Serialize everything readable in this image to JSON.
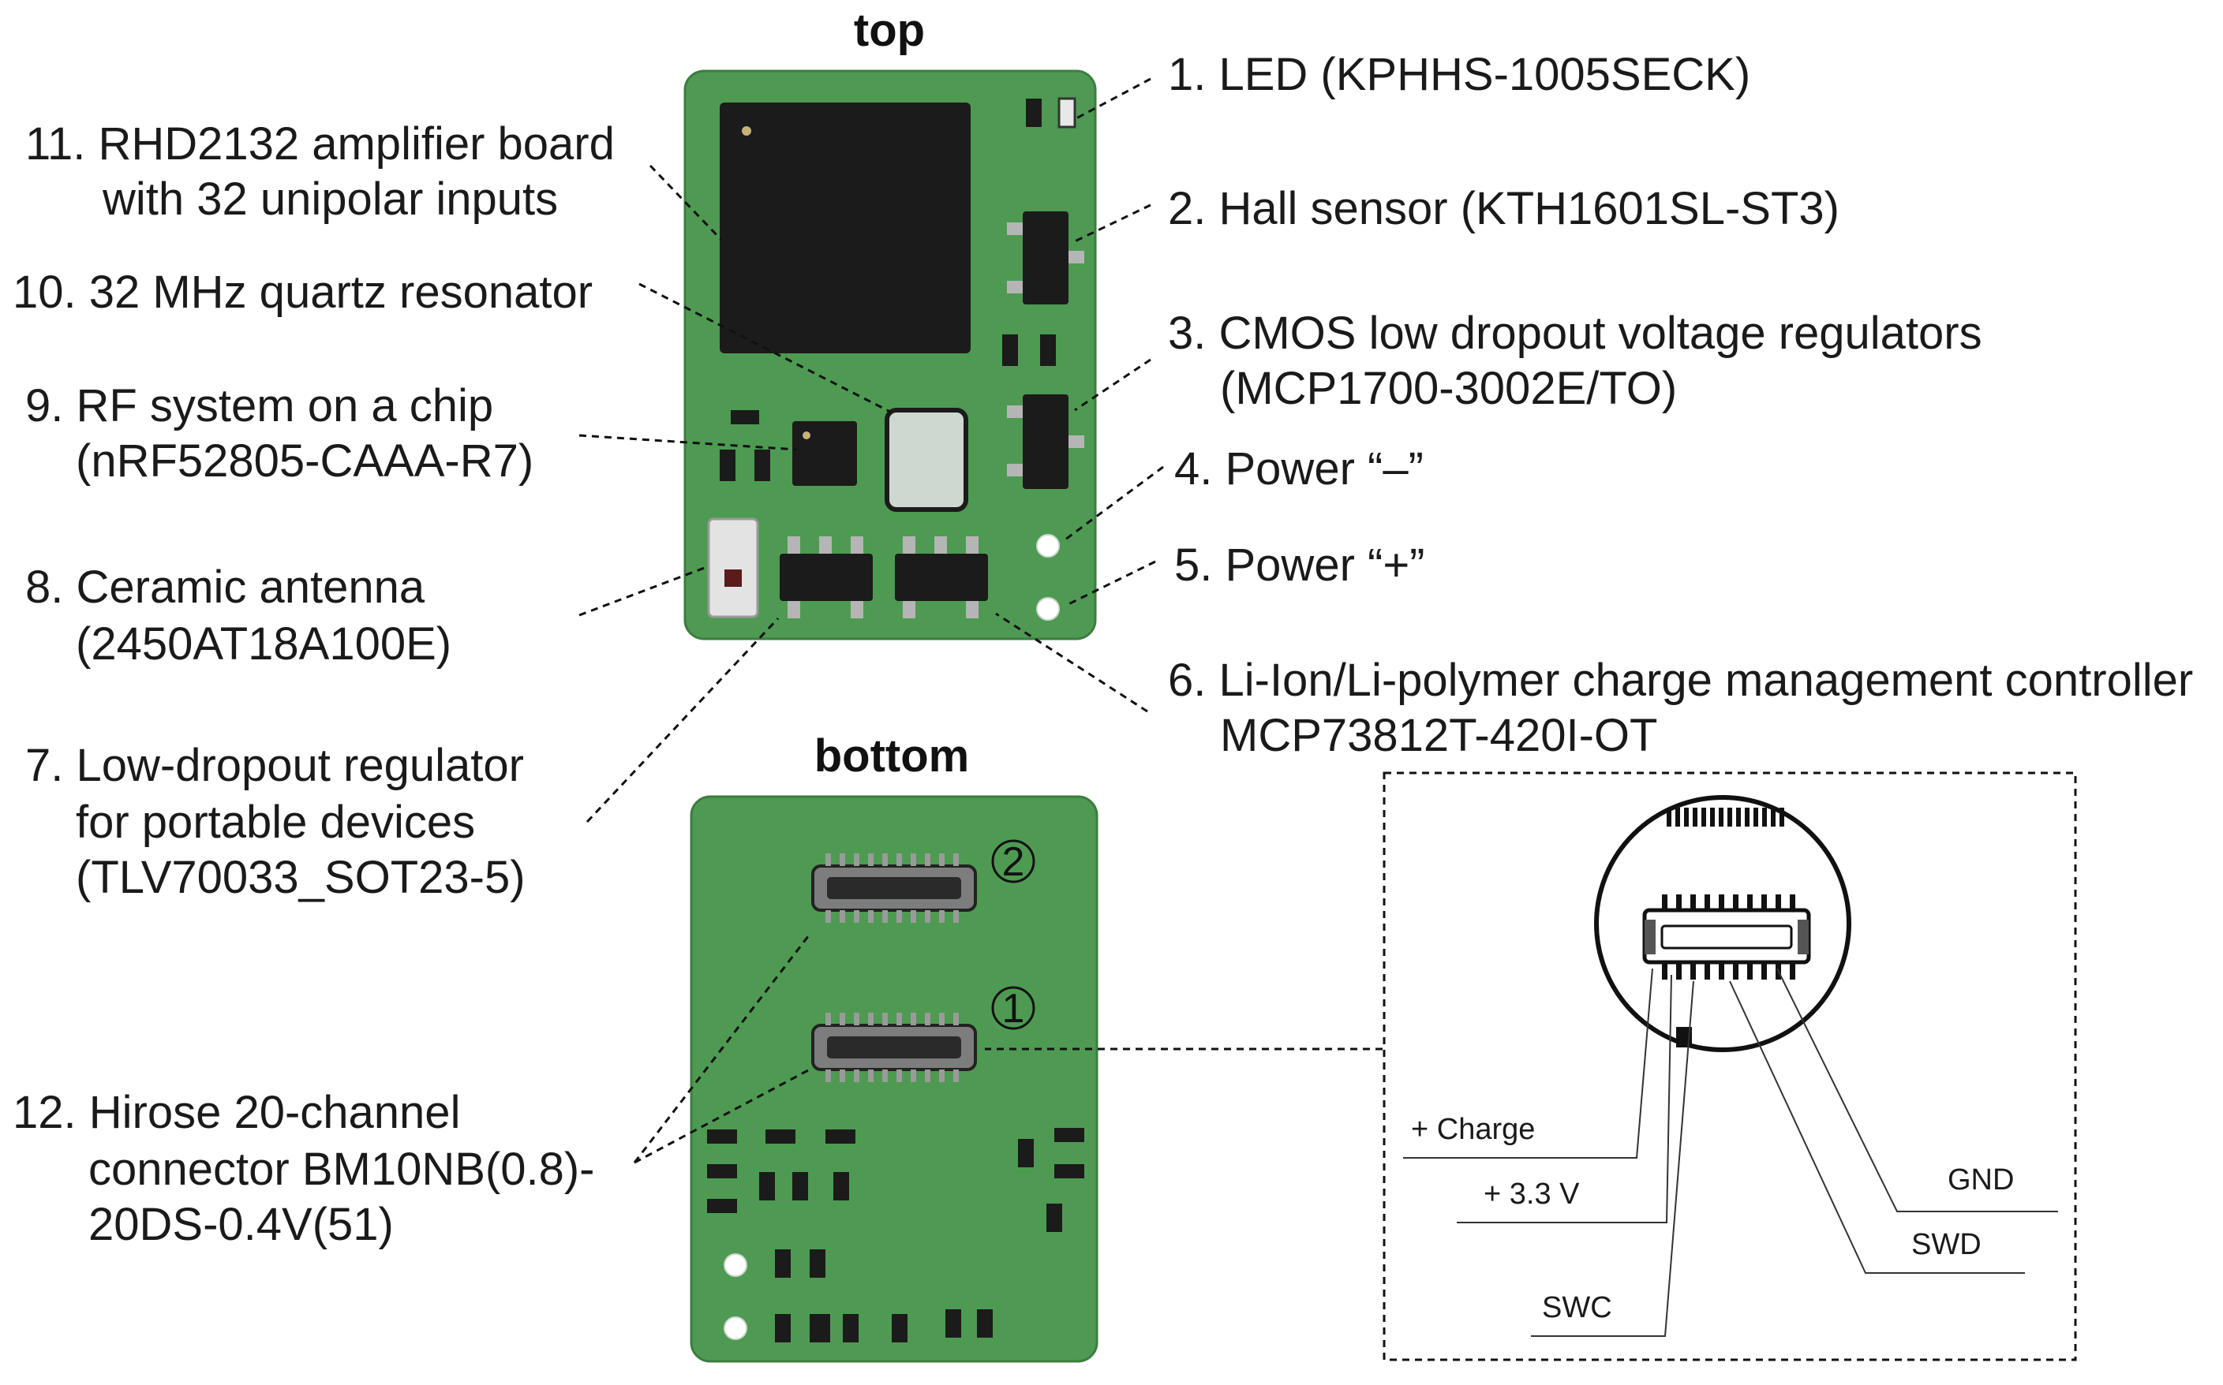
{
  "titles": {
    "top": "top",
    "bottom": "bottom"
  },
  "labels": {
    "l1": "1. LED (KPHHS-1005SECK)",
    "l2": "2. Hall sensor (KTH1601SL-ST3)",
    "l3a": "3. CMOS low dropout voltage regulators",
    "l3b": "(MCP1700-3002E/TO)",
    "l4": "4. Power “–”",
    "l5": "5. Power “+”",
    "l6a": "6. Li-Ion/Li-polymer charge management controller",
    "l6b": "MCP73812T-420I-OT",
    "l7a": "7. Low-dropout regulator",
    "l7b": "for portable devices",
    "l7c": "(TLV70033_SOT23-5)",
    "l8a": "8. Ceramic antenna",
    "l8b": "(2450AT18A100E)",
    "l9a": "9. RF system on a chip",
    "l9b": "(nRF52805-CAAA-R7)",
    "l10": "10. 32 MHz quartz resonator",
    "l11a": "11. RHD2132 amplifier board",
    "l11b": "with 32 unipolar inputs",
    "l12a": "12. Hirose 20-channel",
    "l12b": "connector BM10NB(0.8)-",
    "l12c": "20DS-0.4V(51)"
  },
  "connector_numbers": {
    "c1": "1",
    "c2": "2"
  },
  "pinout": {
    "charge": "+ Charge",
    "v33": "+ 3.3 V",
    "swc": "SWC",
    "gnd": "GND",
    "swd": "SWD"
  },
  "colors": {
    "pcb": "#4e9a52",
    "component": "#1b1b1b",
    "lead": "#111111"
  }
}
